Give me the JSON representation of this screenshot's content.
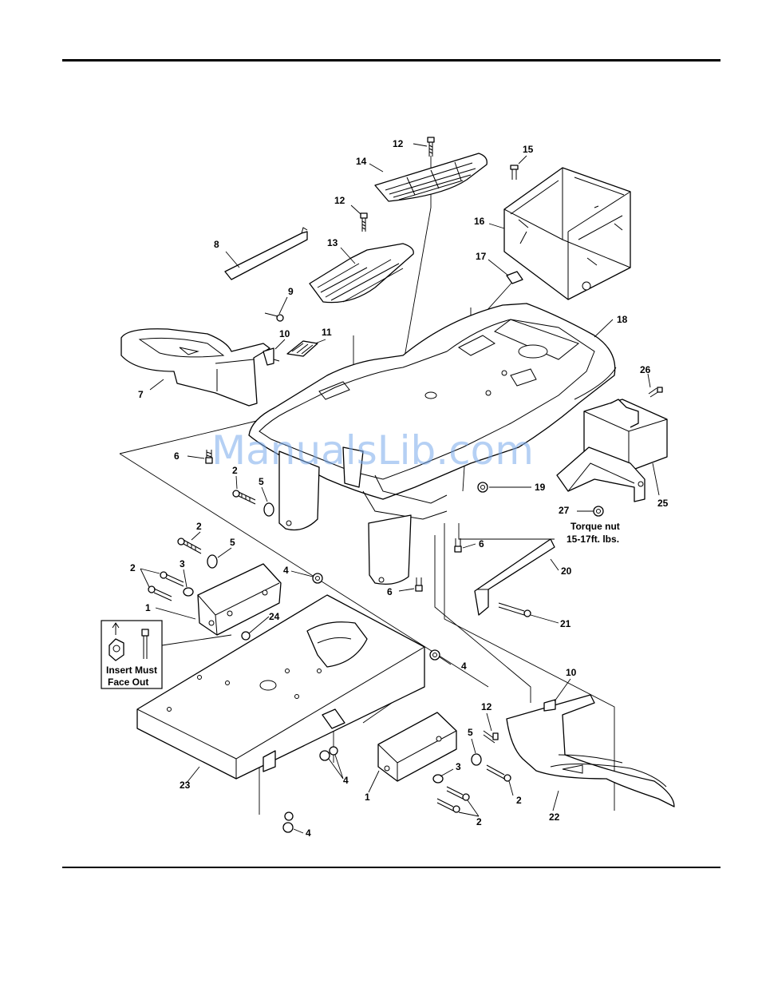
{
  "watermark": "ManualsLib.com",
  "callouts": [
    {
      "id": "c12a",
      "text": "12"
    },
    {
      "id": "c14",
      "text": "14"
    },
    {
      "id": "c15",
      "text": "15"
    },
    {
      "id": "c12b",
      "text": "12"
    },
    {
      "id": "c16",
      "text": "16"
    },
    {
      "id": "c8",
      "text": "8"
    },
    {
      "id": "c13",
      "text": "13"
    },
    {
      "id": "c17",
      "text": "17"
    },
    {
      "id": "c9",
      "text": "9"
    },
    {
      "id": "c18",
      "text": "18"
    },
    {
      "id": "c10a",
      "text": "10"
    },
    {
      "id": "c11",
      "text": "11"
    },
    {
      "id": "c7",
      "text": "7"
    },
    {
      "id": "c26",
      "text": "26"
    },
    {
      "id": "c6a",
      "text": "6"
    },
    {
      "id": "c2a",
      "text": "2"
    },
    {
      "id": "c5a",
      "text": "5"
    },
    {
      "id": "c19",
      "text": "19"
    },
    {
      "id": "c25",
      "text": "25"
    },
    {
      "id": "c27",
      "text": "27"
    },
    {
      "id": "c2b",
      "text": "2"
    },
    {
      "id": "c5b",
      "text": "5"
    },
    {
      "id": "c6b",
      "text": "6"
    },
    {
      "id": "c2c",
      "text": "2"
    },
    {
      "id": "c3a",
      "text": "3"
    },
    {
      "id": "c4a",
      "text": "4"
    },
    {
      "id": "c20",
      "text": "20"
    },
    {
      "id": "c1a",
      "text": "1"
    },
    {
      "id": "c6c",
      "text": "6"
    },
    {
      "id": "c24",
      "text": "24"
    },
    {
      "id": "c21",
      "text": "21"
    },
    {
      "id": "c4b",
      "text": "4"
    },
    {
      "id": "c10b",
      "text": "10"
    },
    {
      "id": "c12c",
      "text": "12"
    },
    {
      "id": "c5c",
      "text": "5"
    },
    {
      "id": "c23",
      "text": "23"
    },
    {
      "id": "c4c",
      "text": "4"
    },
    {
      "id": "c3b",
      "text": "3"
    },
    {
      "id": "c1b",
      "text": "1"
    },
    {
      "id": "c2d",
      "text": "2"
    },
    {
      "id": "c2e",
      "text": "2"
    },
    {
      "id": "c22",
      "text": "22"
    },
    {
      "id": "c4d",
      "text": "4"
    }
  ],
  "notes": {
    "torque_line1": "Torque nut",
    "torque_line2": "15-17ft. lbs.",
    "insert_line1": "Insert Must",
    "insert_line2": "Face Out"
  }
}
